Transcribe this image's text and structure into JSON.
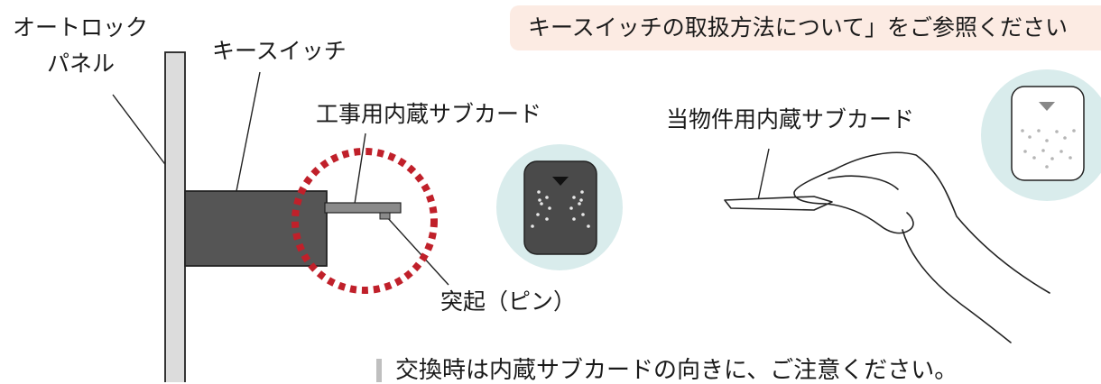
{
  "banner": {
    "text": "キースイッチの取扱方法について」をご参照ください"
  },
  "labels": {
    "panel_line1": "オートロック",
    "panel_line2": "パネル",
    "key_switch": "キースイッチ",
    "construction_card": "工事用内蔵サブカード",
    "protrusion": "突起（ピン）",
    "property_card": "当物件用内蔵サブカード"
  },
  "note": {
    "text": "交換時は内蔵サブカードの向きに、ご注意ください。"
  },
  "colors": {
    "panel": "#dcdcdc",
    "key_switch_body": "#555555",
    "card_dark": "#4a4a4a",
    "card_light": "#ffffff",
    "circle_bg": "#d9ecec",
    "highlight_ring": "#c0202a",
    "banner_bg": "#fcebe3"
  }
}
